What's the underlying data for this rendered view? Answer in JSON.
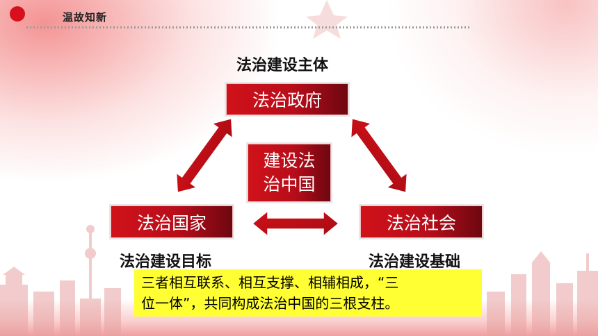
{
  "header": {
    "title": "温故知新"
  },
  "diagram": {
    "top_label": "法治建设主体",
    "left_label": "法治建设目标",
    "right_label": "法治建设基础",
    "nodes": {
      "government": "法治政府",
      "country": "法治国家",
      "society": "法治社会",
      "center_line1": "建设法",
      "center_line2": "治中国"
    }
  },
  "summary": {
    "line1": "三者相互联系、相互支撑、相辅相成，“三",
    "line2": "位一体”，共同构成法治中国的三根支柱。"
  },
  "colors": {
    "primary_red": "#d0121a",
    "dark_red": "#6e0710",
    "highlight_yellow": "#ffff33",
    "header_dot": "#d6101c"
  }
}
